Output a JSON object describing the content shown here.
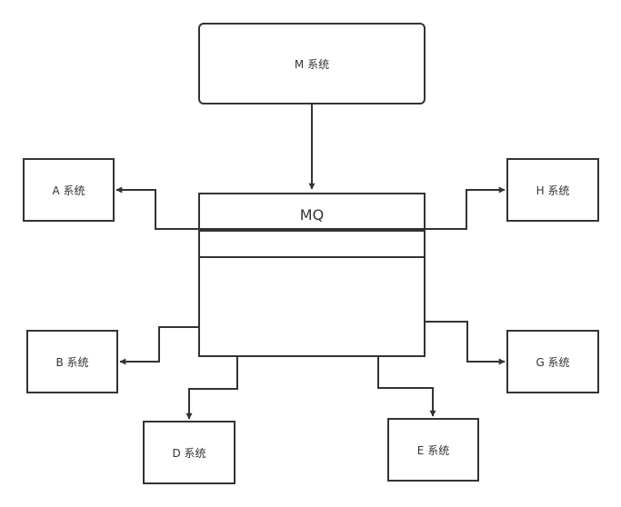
{
  "colors": {
    "line": "#333333",
    "background": "#ffffff"
  },
  "nodes": {
    "m": "M 系统",
    "a": "A 系统",
    "h": "H 系统",
    "b": "B 系统",
    "g": "G 系统",
    "d": "D 系统",
    "e": "E 系统"
  },
  "mq": {
    "title": "MQ"
  }
}
